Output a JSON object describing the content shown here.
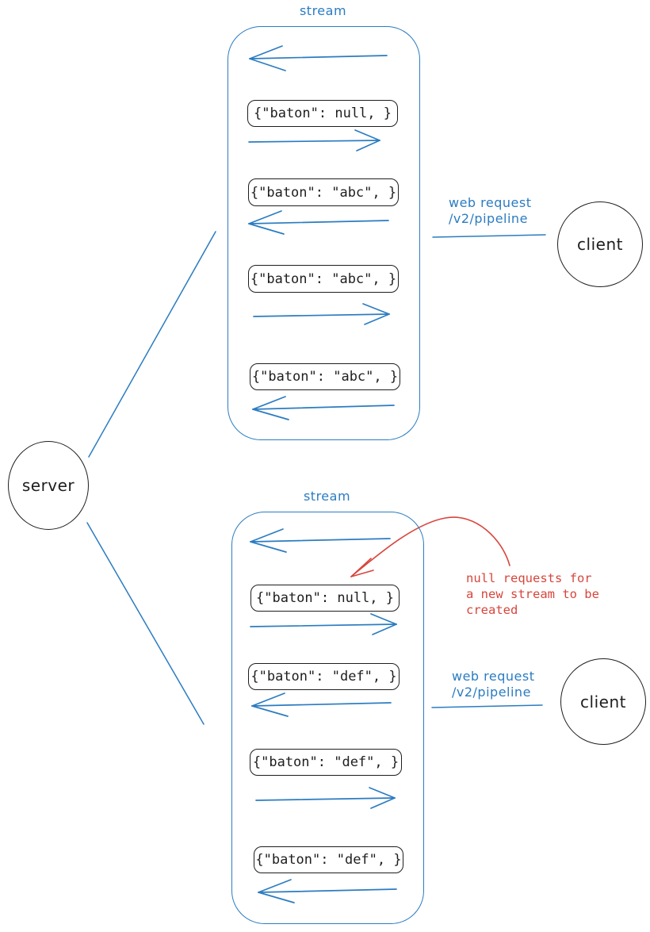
{
  "colors": {
    "stroke_blue": "#2b7cc1",
    "annotation_red": "#d8453c",
    "ink_black": "#1e1e1e"
  },
  "server": {
    "label": "server"
  },
  "client_top": {
    "label": "client"
  },
  "client_bottom": {
    "label": "client"
  },
  "web_request": {
    "line1": "web request",
    "line2": "/v2/pipeline"
  },
  "stream_top": {
    "label": "stream",
    "boxes": [
      "{\"baton\": null, }",
      "{\"baton\": \"abc\", }",
      "{\"baton\": \"abc\", }",
      "{\"baton\": \"abc\", }"
    ]
  },
  "stream_bottom": {
    "label": "stream",
    "boxes": [
      "{\"baton\": null, }",
      "{\"baton\": \"def\", }",
      "{\"baton\": \"def\", }",
      "{\"baton\": \"def\", }"
    ]
  },
  "annotation": {
    "line1": "null requests for",
    "line2": "a new stream to be",
    "line3": "created"
  }
}
